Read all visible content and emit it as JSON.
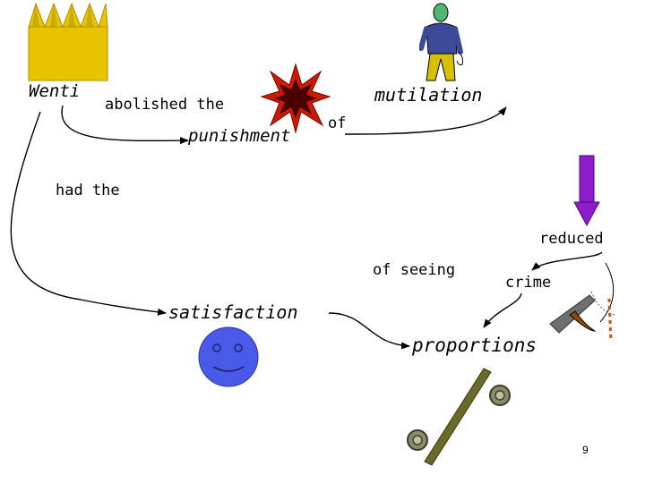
{
  "words": {
    "wenti": "Wenti",
    "abolished": "abolished the",
    "punishment": "punishment",
    "of": "of",
    "mutilation": "mutilation",
    "had": "had the",
    "reduced": "reduced",
    "of_seeing": "of seeing",
    "crime": "crime",
    "satisfaction": "satisfaction",
    "proportions": "proportions"
  },
  "page_number": "9",
  "colors": {
    "crown": "#e8c400",
    "crown_shadow": "#b08f00",
    "burst_outer": "#c81e00",
    "burst_inner": "#4a0000",
    "arrow_down": "#8c1ccc",
    "smiley": "#4a5ae8",
    "figure_shirt": "#3c4a9a",
    "figure_pants": "#d6c000",
    "figure_head": "#4eb872",
    "blade": "#6e7070",
    "handle": "#8a4a00",
    "dots": "#c0561a",
    "scale_bar": "#6a6a2a",
    "scale_weight": "#8a8a6a"
  }
}
